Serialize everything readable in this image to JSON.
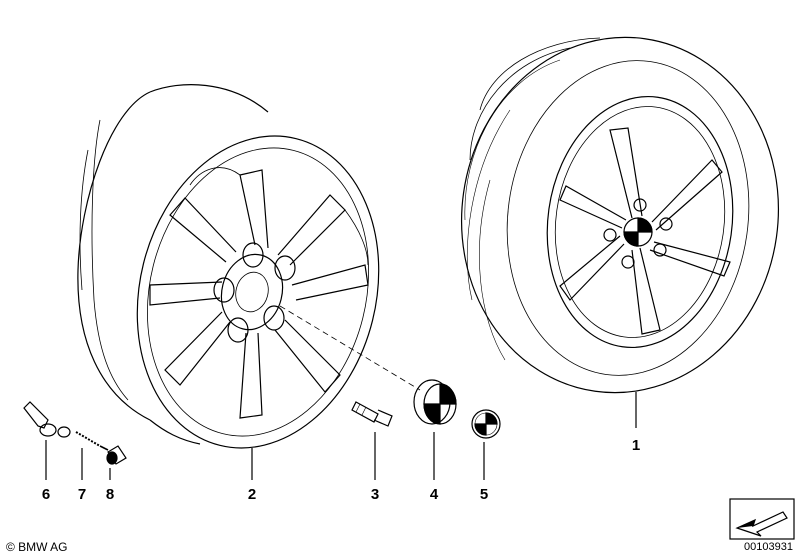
{
  "callouts": {
    "c1": "1",
    "c2": "2",
    "c3": "3",
    "c4": "4",
    "c5": "5",
    "c6": "6",
    "c7": "7",
    "c8": "8"
  },
  "footer": {
    "copyright": "© BMW AG",
    "diagram_number": "00103931"
  },
  "icons": {
    "navigation": "arrow-frame-icon",
    "logo": "bmw-roundel-icon"
  },
  "colors": {
    "line": "#000000",
    "background": "#ffffff"
  }
}
